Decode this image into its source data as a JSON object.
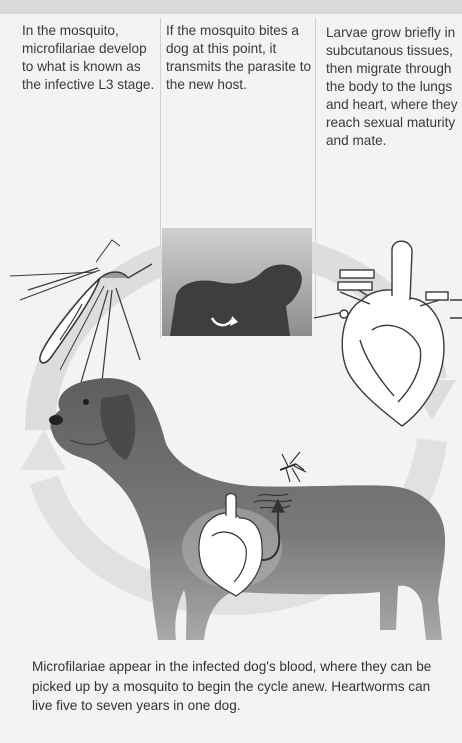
{
  "steps": [
    {
      "text": "In the mosquito, microfilariae develop to what is known as the infective L3 stage."
    },
    {
      "text": "If the mosquito bites a dog at this point, it transmits the parasite to the new host."
    },
    {
      "text": "Larvae grow briefly in subcutanous tissues, then migrate through the body to the lungs and heart, where they reach sexual maturity and mate."
    }
  ],
  "caption": "Microfilariae appear in the infected dog's blood, where they can be picked up by a mosquito to begin the cycle anew. Heartworms can live five to seven years in one dog.",
  "colors": {
    "background": "#f3f3f3",
    "cycle_arrow": "#dcdcdc",
    "dog": "#6e6e6e",
    "text": "#333333"
  },
  "icons": [
    "mosquito-illustration",
    "bite-photo",
    "heart-illustration",
    "dog-illustration",
    "small-mosquito-icon",
    "heart-inset-illustration"
  ]
}
